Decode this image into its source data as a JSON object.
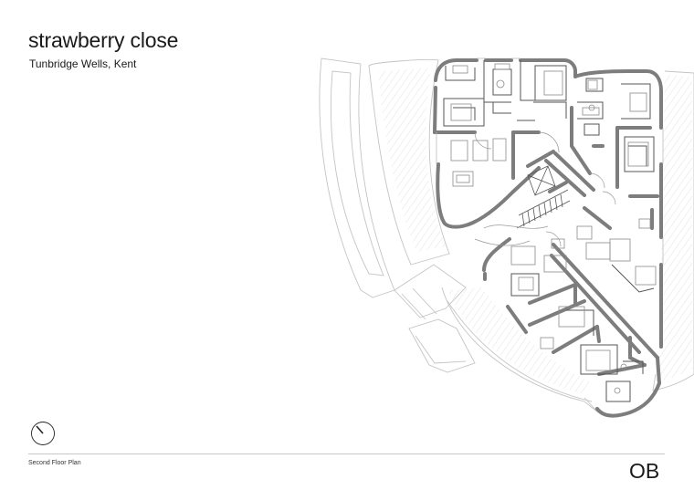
{
  "project": {
    "title": "strawberry close",
    "location": "Tunbridge Wells, Kent"
  },
  "drawing": {
    "caption": "Second Floor Plan",
    "logo": "OB"
  },
  "icons": {
    "north_arrow": "north-arrow-icon",
    "hatch": "roof-hatch-pattern"
  },
  "colors": {
    "wall": "#8a8a8a",
    "wall_outline": "#3a3a3a",
    "line": "#bdbdbd",
    "furniture": "#9a9a9a"
  }
}
